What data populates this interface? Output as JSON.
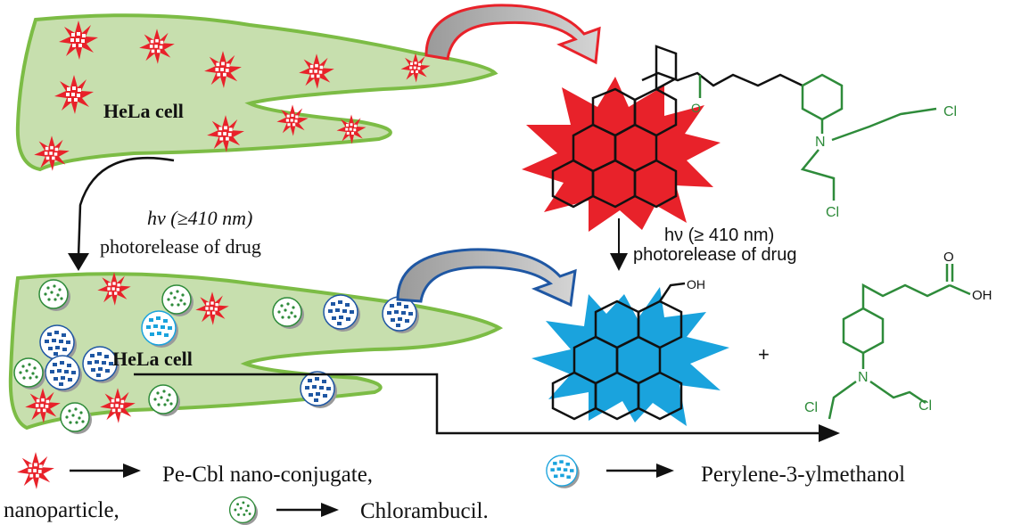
{
  "colors": {
    "cell_fill": "#c7dfae",
    "cell_stroke": "#7cbc45",
    "red": "#e8222a",
    "blue": "#1f57a3",
    "light_blue": "#1aa3dd",
    "green_chem": "#2e8b3a",
    "black": "#111111"
  },
  "cells": {
    "top_label": "HeLa cell",
    "bottom_label": "HeLa cell"
  },
  "step_left": {
    "line1": "hν (≥410 nm)",
    "line2": "photorelease of drug"
  },
  "step_right": {
    "line1": "hν (≥ 410 nm)",
    "line2": "photorelease of drug"
  },
  "chem_labels": {
    "cl_top_1": "Cl",
    "cl_top_2": "Cl",
    "n_top": "N",
    "o_top": "O",
    "oh_perylene": "OH",
    "plus": "+",
    "o_acid": "O",
    "oh_acid": "OH",
    "n_bottom": "N",
    "cl_bottom_1": "Cl",
    "cl_bottom_2": "Cl"
  },
  "legend": {
    "item1": "Pe-Cbl nano-conjugate,",
    "item2": "Perylene-3-ylmethanol",
    "item2_cont": "nanoparticle,",
    "item3": "Chlorambucil."
  }
}
